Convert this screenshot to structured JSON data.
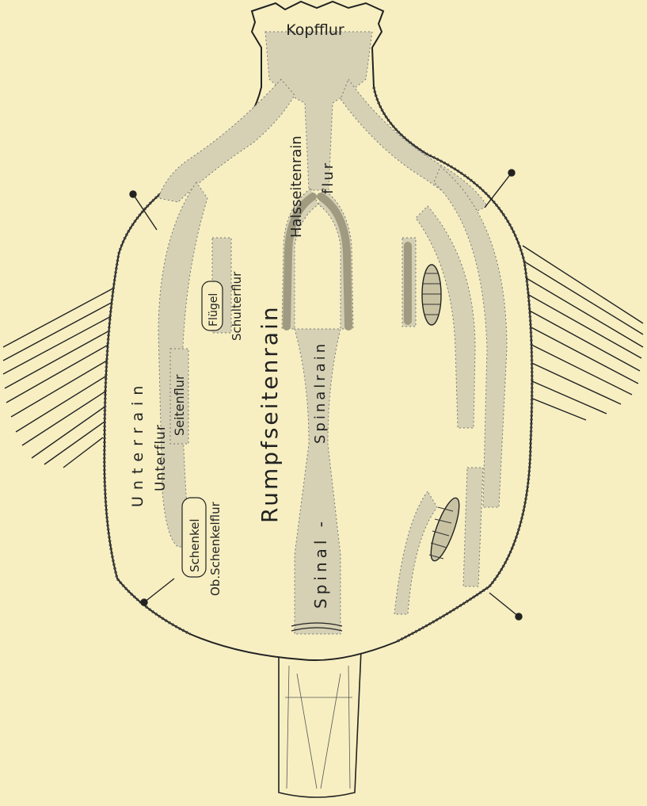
{
  "labels": {
    "kopfflur": "Kopfflur",
    "halsseitenrain": "Halsseitenrain",
    "flur": "flur",
    "spinalrain": "Spinalrain",
    "rumpfseitenrain": "Rumpfseitenrain",
    "spinal": "Spinal -",
    "spinal_lower": "Spinal -",
    "unterrain": "Unterrain",
    "unterflur": "Unterflur",
    "seitenflur": "Seitenflur",
    "fluegel": "Flügel",
    "schulterflur": "Schulterflur",
    "schenkel": "Schenkel",
    "obschenkelflur": "Ob.Schenkelflur"
  },
  "colors": {
    "paper": "#f7efc2",
    "tract": "#d6d1b4",
    "tract_dark": "#b8b39a",
    "ink": "#222222"
  }
}
